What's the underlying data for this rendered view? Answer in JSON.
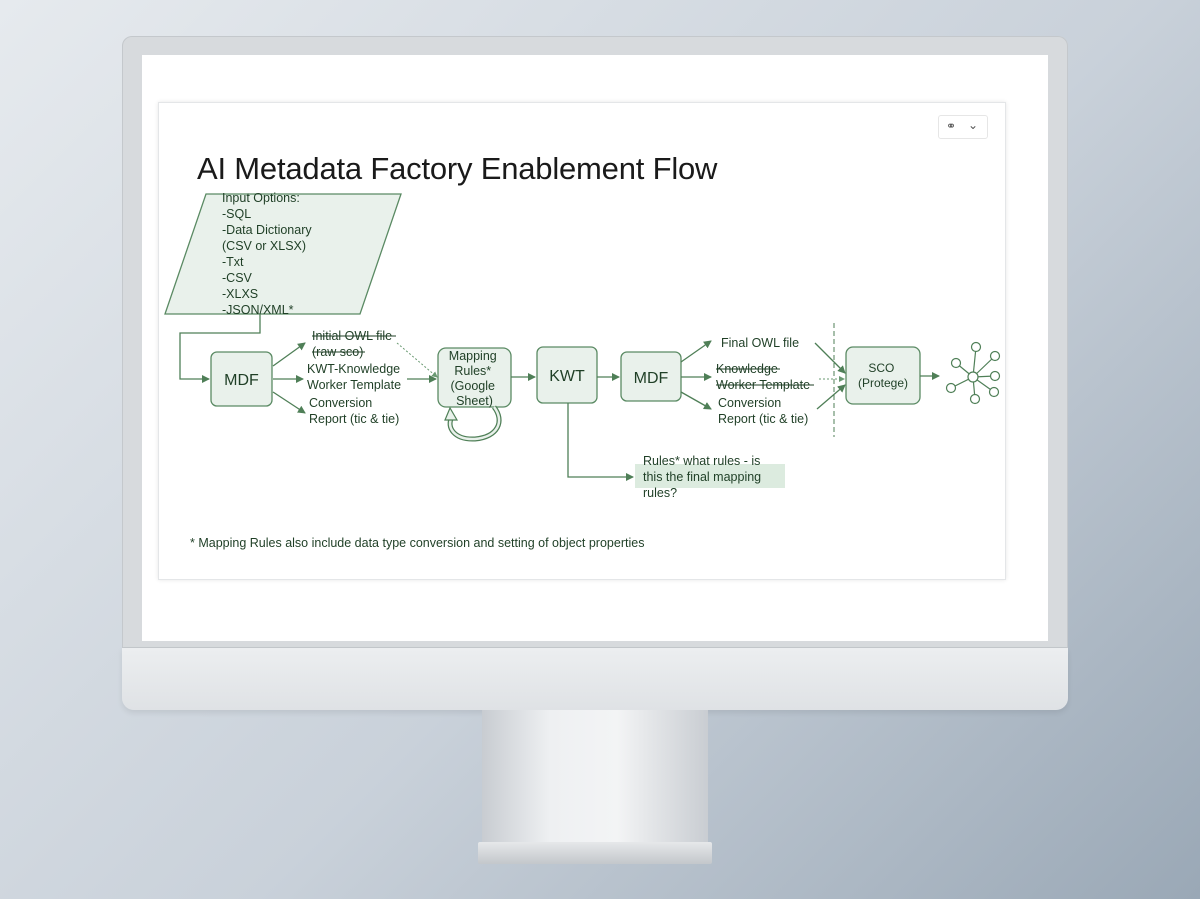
{
  "slide": {
    "title": "AI Metadata Factory Enablement Flow",
    "controls": {
      "link_glyph": "⚭",
      "chevron_glyph": "⌄"
    },
    "footnote": "* Mapping Rules also include data type conversion and setting of object properties"
  },
  "diagram": {
    "input_options": [
      "Input Options:",
      "-SQL",
      "-Data Dictionary",
      "(CSV or XLSX)",
      "-Txt",
      "-CSV",
      "-XLXS",
      "-JSON/XML*"
    ],
    "mdf_1": "MDF",
    "mdf_1_outputs": {
      "initial_owl": [
        "Initial OWL file",
        "(raw sco)"
      ],
      "kwt_template": [
        "KWT-Knowledge",
        "Worker Template"
      ],
      "conversion_report": [
        "Conversion",
        "Report (tic & tie)"
      ]
    },
    "mapping_rules": [
      "Mapping",
      "Rules*",
      "(Google",
      "Sheet)"
    ],
    "kwt": "KWT",
    "mdf_2": "MDF",
    "mdf_2_outputs": {
      "final_owl": "Final OWL file",
      "knowledge_template": [
        "Knowledge",
        "Worker Template"
      ],
      "conversion_report": [
        "Conversion",
        "Report (tic & tie)"
      ]
    },
    "sco": [
      "SCO",
      "(Protege)"
    ],
    "rules_note": [
      "Rules* what rules - is",
      "this the final mapping",
      "rules?"
    ]
  },
  "colors": {
    "node_fill": "#e9f1eb",
    "node_stroke": "#5a8a63",
    "arrow": "#4f7f57",
    "text": "#1f3f26",
    "note_highlight": "#dcebdf"
  },
  "icons": [
    "link-icon",
    "chevron-down-icon",
    "network-graph-icon",
    "refresh-loop-icon"
  ]
}
